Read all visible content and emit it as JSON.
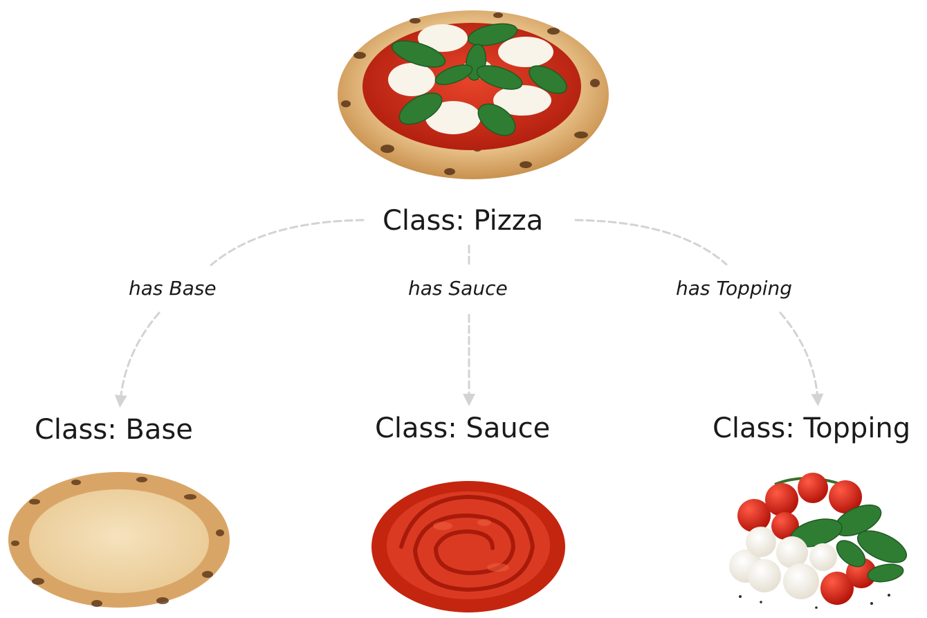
{
  "diagram": {
    "root": {
      "label": "Class: Pizza",
      "image": "margherita-pizza"
    },
    "relations": [
      {
        "label": "has Base",
        "target": "base"
      },
      {
        "label": "has Sauce",
        "target": "sauce"
      },
      {
        "label": "has Topping",
        "target": "topping"
      }
    ],
    "children": {
      "base": {
        "label": "Class: Base",
        "image": "pizza-crust"
      },
      "sauce": {
        "label": "Class: Sauce",
        "image": "tomato-sauce"
      },
      "topping": {
        "label": "Class: Topping",
        "image": "tomatoes-mozzarella-basil"
      }
    },
    "colors": {
      "connector": "#d3d3d3",
      "text": "#1a1a1a",
      "crust": "#e8c48e",
      "sauce": "#d4301f",
      "basil": "#2f7d32",
      "mozzarella": "#f7f3ea"
    }
  }
}
